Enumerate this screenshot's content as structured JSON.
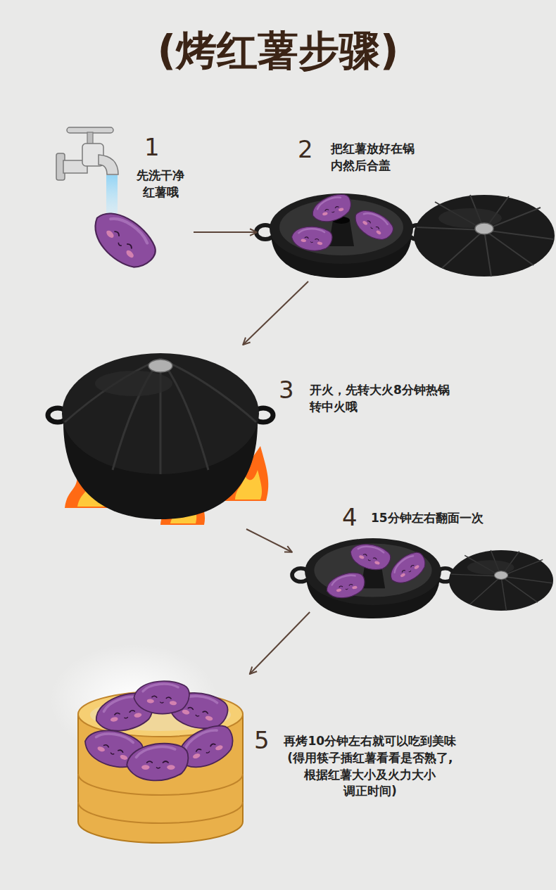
{
  "diagram": {
    "title": "(烤红薯步骤)",
    "nodes": [
      {
        "text": [
          "1",
          "先洗干净 红薯哦"
        ]
      },
      {
        "text": [
          "2",
          "把红薯放好在锅 内然后合盖"
        ]
      },
      {
        "text": [
          "3",
          "开火，先转大火8分钟热锅 转中火哦"
        ]
      },
      {
        "text": [
          "4",
          "15分钟左右翻面一次"
        ]
      },
      {
        "text": [
          "5",
          "再烤10分钟左右就可以吃到美味 (得用筷子插红薯看看是否熟了, 根据红薯大小及火力大小 调正时间)"
        ]
      }
    ],
    "edges": [
      {
        "from": 0,
        "to": 1,
        "arrow": "to"
      },
      {
        "from": 1,
        "to": 2,
        "arrow": "to"
      },
      {
        "from": 2,
        "to": 3,
        "arrow": "to"
      },
      {
        "from": 3,
        "to": 4,
        "arrow": "to"
      }
    ]
  }
}
